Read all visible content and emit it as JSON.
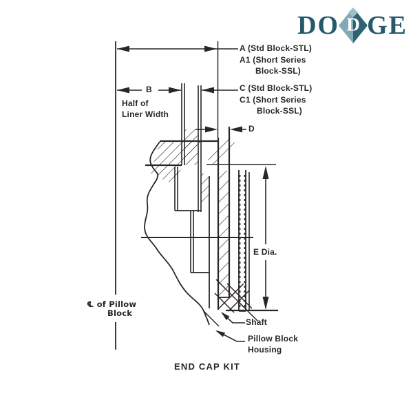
{
  "logo": {
    "left_letters": "DO",
    "diamond_letter": "D",
    "right_letters": "GE",
    "brand_color": "#27596b",
    "diamond_light": "#82aab6",
    "diamond_dark": "#2d6374"
  },
  "colors": {
    "ink": "#2a2527",
    "background": "#ffffff"
  },
  "labels": {
    "dim_a_line1": "A  (Std Block-STL)",
    "dim_a_line2": "A1 (Short Series",
    "dim_a_line3": "Block-SSL)",
    "dim_c_line1": "C  (Std Block-STL)",
    "dim_c_line2": "C1 (Short Series",
    "dim_c_line3": "Block-SSL)",
    "dim_d": "D",
    "dim_b": "B",
    "half_liner_line1": "Half of",
    "half_liner_line2": "Liner Width",
    "dim_e": "E Dia.",
    "centerline_line1": "℄ of Pillow",
    "centerline_line2": "Block",
    "shaft": "Shaft",
    "housing_line1": "Pillow Block",
    "housing_line2": "Housing",
    "caption": "END CAP KIT"
  }
}
